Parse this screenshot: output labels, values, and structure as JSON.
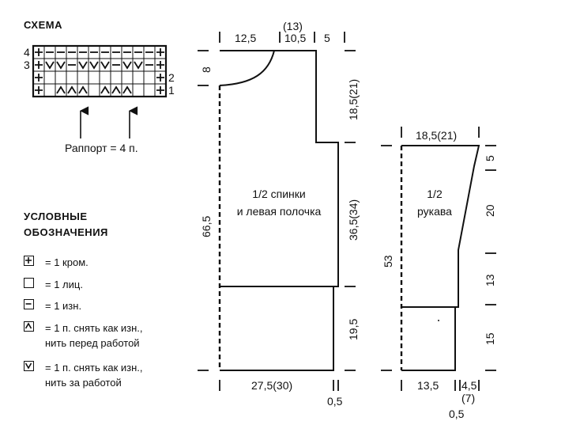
{
  "scheme": {
    "title": "СХЕМА",
    "row_numbers_left": [
      "4",
      "3"
    ],
    "row_numbers_right": [
      "2",
      "1"
    ],
    "rows": [
      [
        "+",
        "−",
        "−",
        "−",
        "−",
        "−",
        "−",
        "−",
        "−",
        "−",
        "−",
        "+"
      ],
      [
        "+",
        "v",
        "v",
        "−",
        "v",
        "v",
        "v",
        "−",
        "v",
        "v",
        "−",
        "+"
      ],
      [
        "+",
        "",
        "",
        "",
        "",
        "",
        "",
        "",
        "",
        "",
        "",
        "+"
      ],
      [
        "+",
        "",
        "^",
        "^",
        "^",
        "",
        "^",
        "^",
        "^",
        "",
        "",
        "+"
      ]
    ],
    "repeat_label": "Раппорт = 4 п."
  },
  "legend": {
    "title_line1": "УСЛОВНЫЕ",
    "title_line2": "ОБОЗНАЧЕНИЯ",
    "items": [
      {
        "symbol": "plus",
        "text": "= 1 кром."
      },
      {
        "symbol": "empty",
        "text": "= 1 лиц."
      },
      {
        "symbol": "minus",
        "text": "= 1 изн."
      },
      {
        "symbol": "caret",
        "text": "= 1 п. снять как изн.,\nнить перед работой"
      },
      {
        "symbol": "vee",
        "text": "= 1 п. снять как изн.,\nнить за работой"
      }
    ]
  },
  "body_piece": {
    "label_line1": "1/2 спинки",
    "label_line2": "и левая полочка",
    "dims": {
      "top_left": "12,5",
      "top_mid_alt": "(13)",
      "top_mid": "10,5",
      "top_right": "5",
      "neck_depth": "8",
      "shoulder_to_armhole": "18,5(21)",
      "armhole_to_rib": "36,5(34)",
      "total_length": "66,5",
      "rib_height": "19,5",
      "bottom_width": "27,5(30)",
      "bottom_offset": "0,5"
    }
  },
  "sleeve_piece": {
    "label_line1": "1/2",
    "label_line2": "рукава",
    "dims": {
      "top_width": "18,5(21)",
      "seg_5": "5",
      "seg_20": "20",
      "seg_13": "13",
      "seg_15": "15",
      "total_length": "53",
      "bottom_width": "13,5",
      "bottom_right": "4,5",
      "bottom_right_alt": "(7)",
      "bottom_offset": "0,5"
    }
  }
}
